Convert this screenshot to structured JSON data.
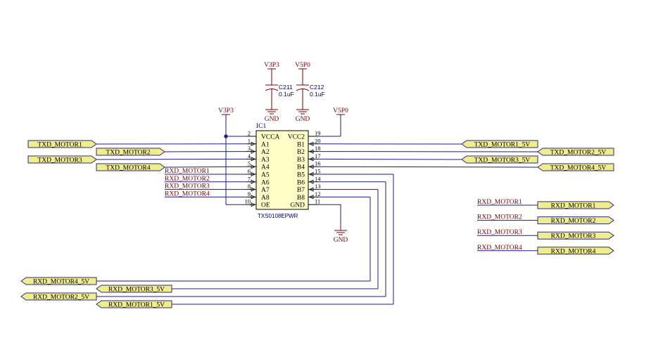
{
  "colors": {
    "wire": "#1a1a8c",
    "component": "#7a0000",
    "port_fill": "#f0ee8a",
    "port_stroke": "#2a2a8c",
    "ic_fill": "#fffec8"
  },
  "ic": {
    "ref": "IC1",
    "part": "TXS0108EPWR",
    "left_pins": [
      {
        "num": "2",
        "name": "VCCA"
      },
      {
        "num": "1",
        "name": "A1"
      },
      {
        "num": "3",
        "name": "A2"
      },
      {
        "num": "4",
        "name": "A3"
      },
      {
        "num": "5",
        "name": "A4"
      },
      {
        "num": "6",
        "name": "A5"
      },
      {
        "num": "7",
        "name": "A6"
      },
      {
        "num": "8",
        "name": "A7"
      },
      {
        "num": "9",
        "name": "A8"
      },
      {
        "num": "10",
        "name": "OE"
      }
    ],
    "right_pins": [
      {
        "num": "19",
        "name": "VCC2"
      },
      {
        "num": "20",
        "name": "B1"
      },
      {
        "num": "18",
        "name": "B2"
      },
      {
        "num": "17",
        "name": "B3"
      },
      {
        "num": "16",
        "name": "B4"
      },
      {
        "num": "15",
        "name": "B5"
      },
      {
        "num": "14",
        "name": "B6"
      },
      {
        "num": "13",
        "name": "B7"
      },
      {
        "num": "12",
        "name": "B8"
      },
      {
        "num": "11",
        "name": "GND"
      }
    ]
  },
  "capacitors": [
    {
      "ref": "C211",
      "value": "0.1uF",
      "rail": "V3P3",
      "gnd": "GND"
    },
    {
      "ref": "C212",
      "value": "0.1uF",
      "rail": "V5P0",
      "gnd": "GND"
    }
  ],
  "power": {
    "vcca": "V3P3",
    "vcc2": "V5P0",
    "gnd": "GND"
  },
  "ports_left_txd": [
    "TXD_MOTOR1",
    "TXD_MOTOR2",
    "TXD_MOTOR3",
    "TXD_MOTOR4"
  ],
  "nets_left_rxd": [
    "RXD_MOTOR1",
    "RXD_MOTOR2",
    "RXD_MOTOR3",
    "RXD_MOTOR4"
  ],
  "ports_right_txd5v": [
    "TXD_MOTOR1_5V",
    "TXD_MOTOR2_5V",
    "TXD_MOTOR3_5V",
    "TXD_MOTOR4_5V"
  ],
  "ports_bottom_rxd5v": [
    "RXD_MOTOR4_5V",
    "RXD_MOTOR3_5V",
    "RXD_MOTOR2_5V",
    "RXD_MOTOR1_5V"
  ],
  "ports_right_rxd": [
    "RXD_MOTOR1",
    "RXD_MOTOR2",
    "RXD_MOTOR3",
    "RXD_MOTOR4"
  ],
  "nets_right_rxd": [
    "RXD_MOTOR1",
    "RXD_MOTOR2",
    "RXD_MOTOR3",
    "RXD_MOTOR4"
  ]
}
